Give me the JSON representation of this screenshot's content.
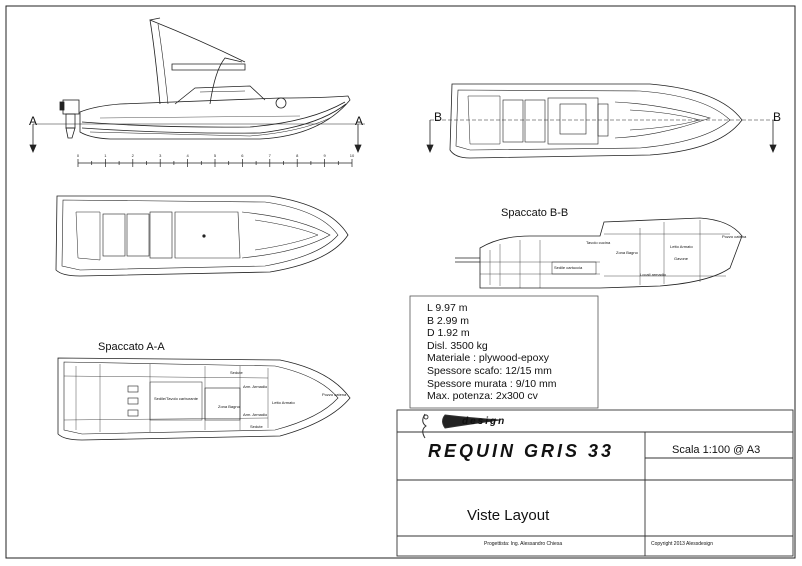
{
  "section_labels": {
    "a_left": "A",
    "a_right": "A",
    "b_left": "B",
    "b_right": "B",
    "spaccato_bb": "Spaccato B-B",
    "spaccato_aa": "Spaccato A-A"
  },
  "specs": [
    "L  9.97 m",
    "B 2.99 m",
    "D 1.92 m",
    "Disl. 3500 kg",
    "Materiale : plywood-epoxy",
    "Spessore scafo: 12/15 mm",
    "Spessore murata : 9/10 mm",
    "Max. potenza: 2x300 cv"
  ],
  "title_block": {
    "logo": "design",
    "boat_name": "REQUIN GRIS 33",
    "scale": "Scala 1:100 @ A3",
    "view_title": "Viste Layout",
    "designer": "Progettista: Ing. Alessandro Chiesa",
    "copyright": "Copyright 2013 Alessdesign"
  },
  "cabin_labels_bb": {
    "dinette": "Zona Bagno",
    "lettoArmato": "Letto Armato",
    "gavone": "Gavone",
    "pozzo": "Pozzo catena",
    "cucina": "Tavolo cucina",
    "sedute": "Sedile cartuccia",
    "armadio": "Locali armadio"
  },
  "cabin_labels_aa": {
    "sedute_top": "Sedute",
    "tavolo": "Sedile/Tavolo carburante",
    "bagno": "Zona Bagno",
    "letto": "Letto Armato",
    "pozzo": "Pozzo catena",
    "armadio_top": "Arm. Armadio",
    "armadio_bot": "Arm. Armadio",
    "sedute_bot": "Sedute"
  },
  "ruler_ticks": [
    "0",
    "1",
    "2",
    "3",
    "4",
    "5",
    "6",
    "7",
    "8",
    "9",
    "10"
  ]
}
